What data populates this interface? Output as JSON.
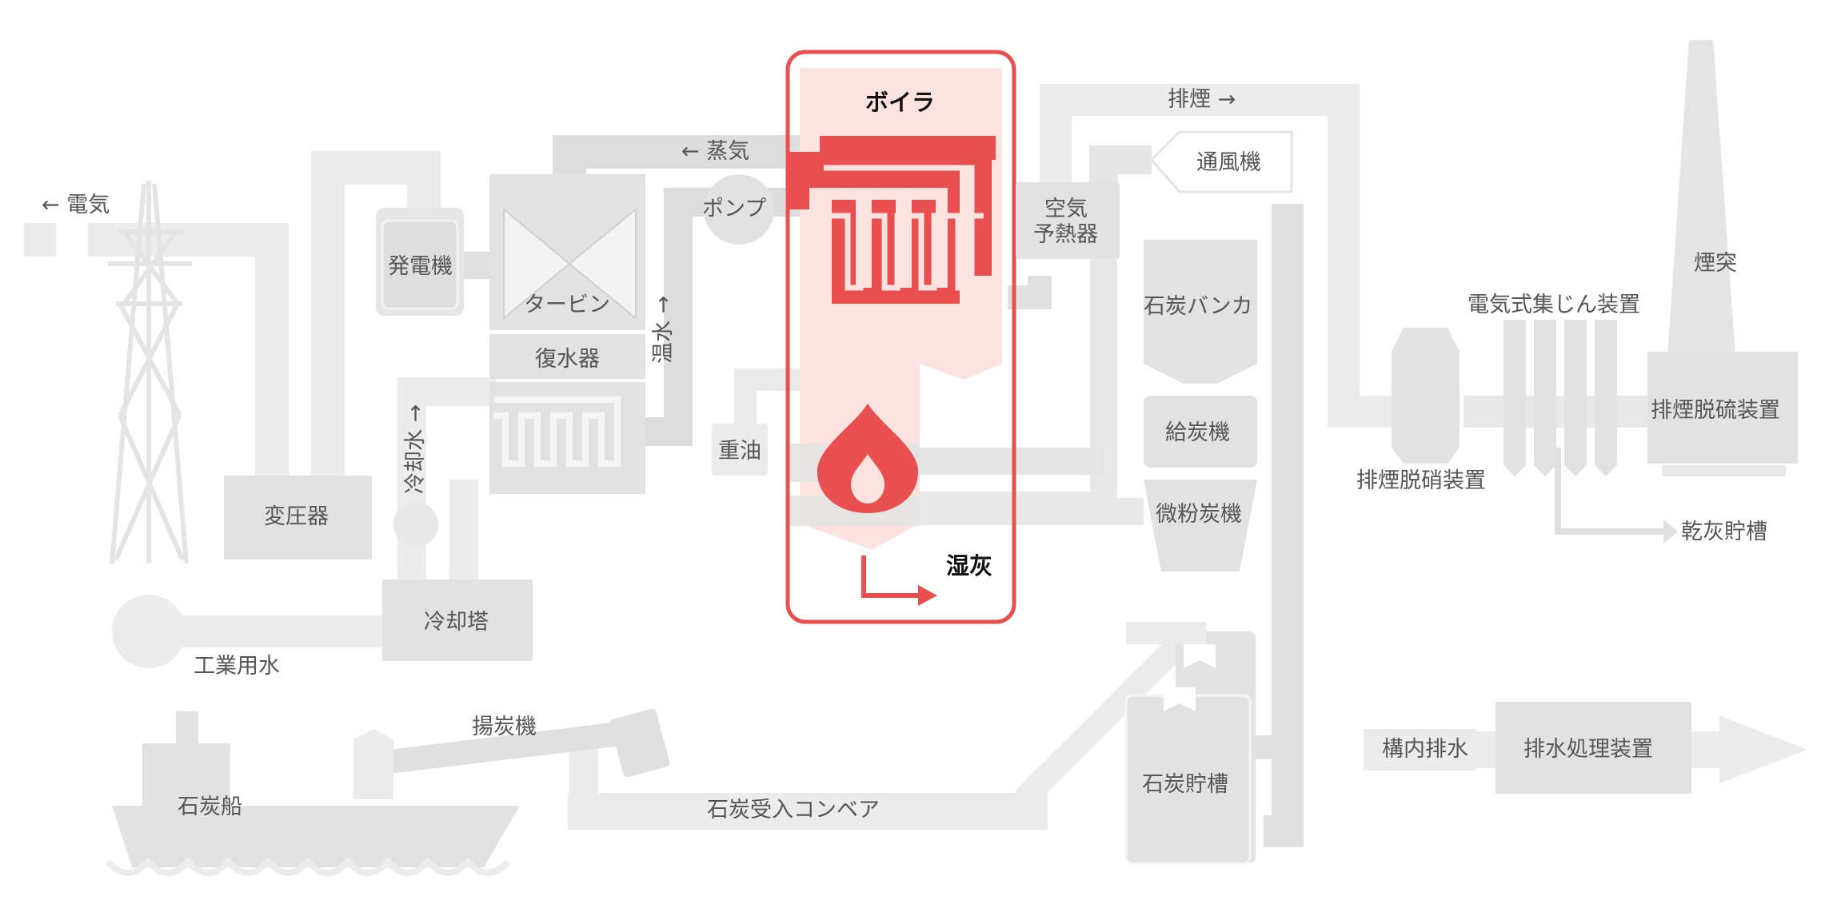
{
  "colors": {
    "gray_light": "#ececec",
    "gray_mid": "#e0e0e0",
    "gray_dark": "#d9d9d9",
    "boiler_fill": "#fde3e0",
    "accent_red": "#e94f4f",
    "label": "#555555",
    "label_dark": "#111111"
  },
  "labels": {
    "electricity": "← 電気",
    "generator": "発電機",
    "turbine": "タービン",
    "steam": "← 蒸気",
    "pump": "ポンプ",
    "hot_water": "温水 →",
    "condenser": "復水器",
    "transformer": "変圧器",
    "cooling_water": "冷却水 →",
    "cooling_tower": "冷却塔",
    "industrial_water": "工業用水",
    "coal_ship": "石炭船",
    "unloader": "揚炭機",
    "coal_conveyor": "石炭受入コンベア",
    "boiler": "ボイラ",
    "heavy_oil": "重油",
    "wet_ash": "湿灰",
    "air_preheater_line1": "空気",
    "air_preheater_line2": "予熱器",
    "flue_gas": "排煙 →",
    "fan": "通風機",
    "coal_bunker": "石炭バンカ",
    "coal_feeder": "給炭機",
    "pulverizer": "微粉炭機",
    "coal_storage": "石炭貯槽",
    "denitration": "排煙脱硝装置",
    "esp": "電気式集じん装置",
    "stack": "煙突",
    "desulfurization": "排煙脱硫装置",
    "dry_ash": "乾灰貯槽",
    "plant_drainage": "構内排水",
    "wastewater_treatment": "排水処理装置"
  }
}
